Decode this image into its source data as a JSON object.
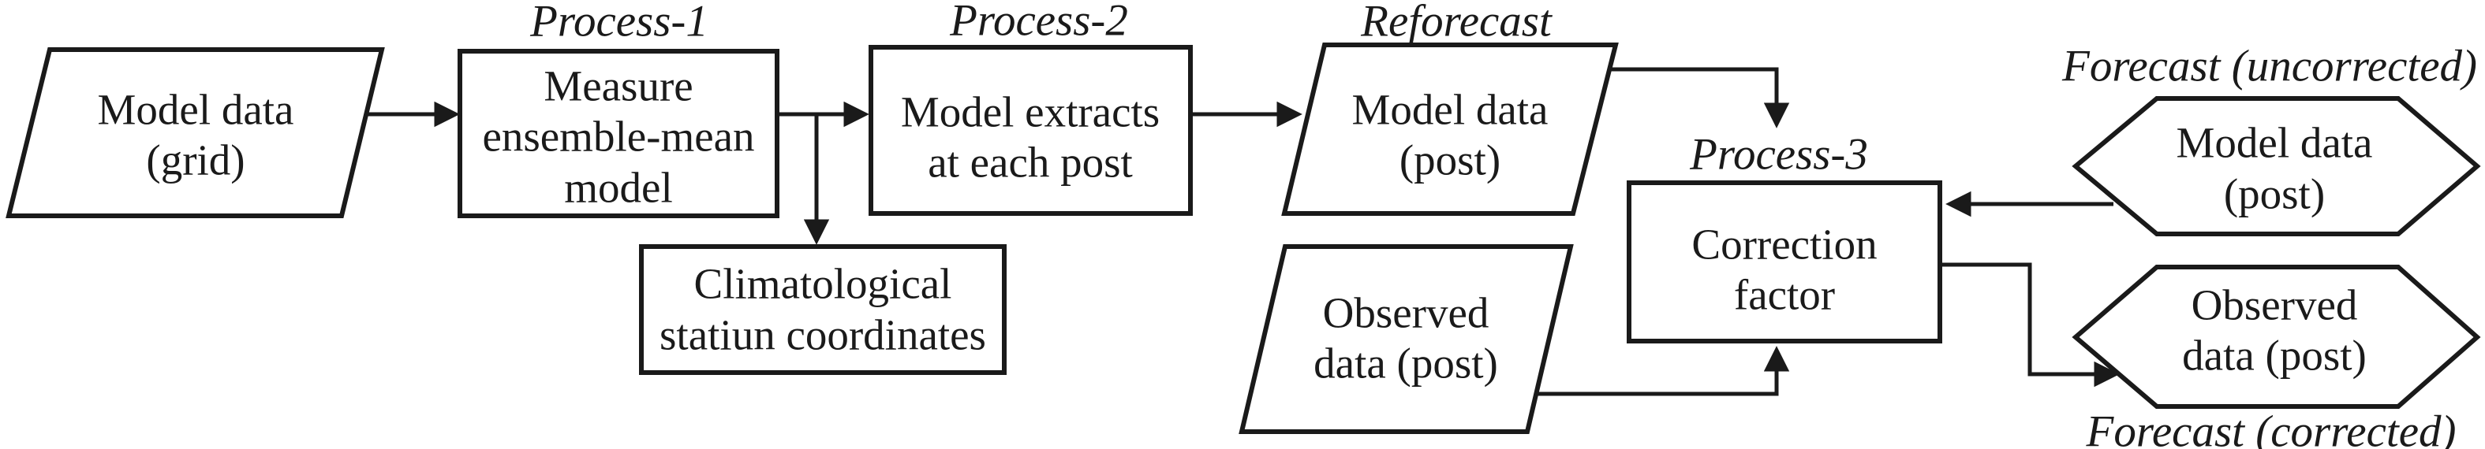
{
  "colors": {
    "ink": "#1a1a1a",
    "paper": "#ffffff"
  },
  "stage_labels": {
    "process1": "Process-1",
    "process2": "Process-2",
    "reforecast": "Reforecast",
    "process3": "Process-3",
    "forecast_uncorrected": "Forecast (uncorrected)",
    "forecast_corrected": "Forecast (corrected)"
  },
  "nodes": {
    "model_data_grid": {
      "shape": "parallelogram",
      "lines": [
        "Model data",
        "(grid)"
      ]
    },
    "measure_ensemble_mean_model": {
      "shape": "rectangle",
      "lines": [
        "Measure",
        "ensemble-mean",
        "model"
      ]
    },
    "climatological_station_coordinates": {
      "shape": "rectangle",
      "lines": [
        "Climatological",
        "statiun coordinates"
      ]
    },
    "model_extracts_at_each_post": {
      "shape": "rectangle",
      "lines": [
        "Model extracts",
        "at each post"
      ]
    },
    "model_data_post_reforecast": {
      "shape": "parallelogram",
      "lines": [
        "Model data",
        "(post)"
      ]
    },
    "observed_data_post_reforecast": {
      "shape": "parallelogram",
      "lines": [
        "Observed",
        "data (post)"
      ]
    },
    "correction_factor": {
      "shape": "rectangle",
      "lines": [
        "Correction",
        "factor"
      ]
    },
    "model_data_post_uncorrected": {
      "shape": "hexagon",
      "lines": [
        "Model data",
        "(post)"
      ]
    },
    "observed_data_post_corrected": {
      "shape": "hexagon",
      "lines": [
        "Observed",
        "data (post)"
      ]
    }
  },
  "edges": [
    {
      "from": "model_data_grid",
      "to": "measure_ensemble_mean_model"
    },
    {
      "from": "measure_ensemble_mean_model",
      "to": "model_extracts_at_each_post"
    },
    {
      "from": "measure_ensemble_mean_model",
      "to": "climatological_station_coordinates"
    },
    {
      "from": "model_extracts_at_each_post",
      "to": "model_data_post_reforecast"
    },
    {
      "from": "model_data_post_reforecast",
      "to": "correction_factor"
    },
    {
      "from": "observed_data_post_reforecast",
      "to": "correction_factor"
    },
    {
      "from": "model_data_post_uncorrected",
      "to": "correction_factor"
    },
    {
      "from": "correction_factor",
      "to": "observed_data_post_corrected"
    }
  ]
}
